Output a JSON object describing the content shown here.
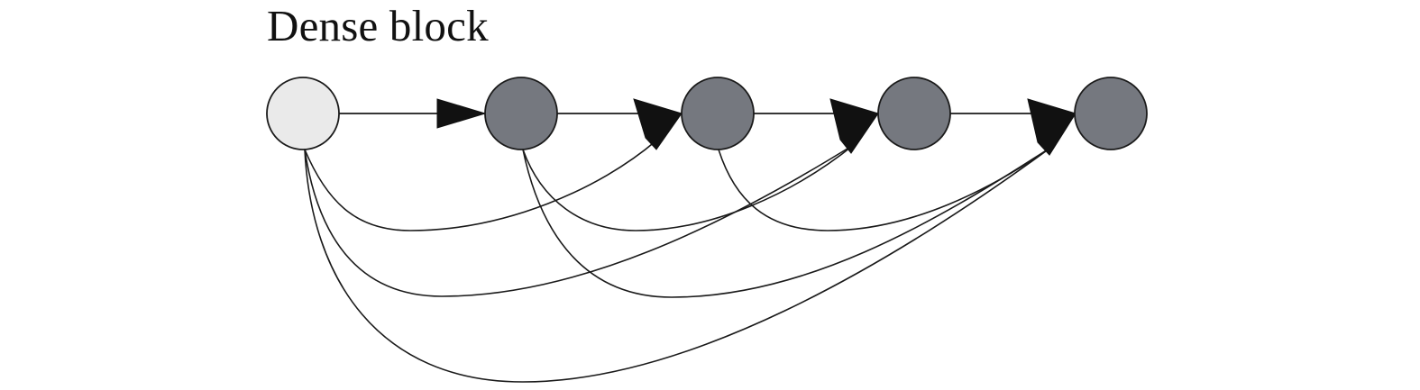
{
  "diagram": {
    "title": "Dense block",
    "nodes": [
      {
        "id": "n0",
        "role": "input"
      },
      {
        "id": "n1",
        "role": "layer"
      },
      {
        "id": "n2",
        "role": "layer"
      },
      {
        "id": "n3",
        "role": "layer"
      },
      {
        "id": "n4",
        "role": "layer"
      }
    ],
    "edges": [
      {
        "from": "n0",
        "to": "n1",
        "kind": "direct"
      },
      {
        "from": "n1",
        "to": "n2",
        "kind": "direct"
      },
      {
        "from": "n2",
        "to": "n3",
        "kind": "direct"
      },
      {
        "from": "n3",
        "to": "n4",
        "kind": "direct"
      },
      {
        "from": "n0",
        "to": "n2",
        "kind": "skip"
      },
      {
        "from": "n0",
        "to": "n3",
        "kind": "skip"
      },
      {
        "from": "n0",
        "to": "n4",
        "kind": "skip"
      },
      {
        "from": "n1",
        "to": "n3",
        "kind": "skip"
      },
      {
        "from": "n1",
        "to": "n4",
        "kind": "skip"
      },
      {
        "from": "n2",
        "to": "n4",
        "kind": "skip"
      }
    ],
    "colors": {
      "input_fill": "#eaeaea",
      "layer_fill": "#75787f",
      "stroke": "#1a1a1a",
      "arrow": "#111111"
    }
  }
}
